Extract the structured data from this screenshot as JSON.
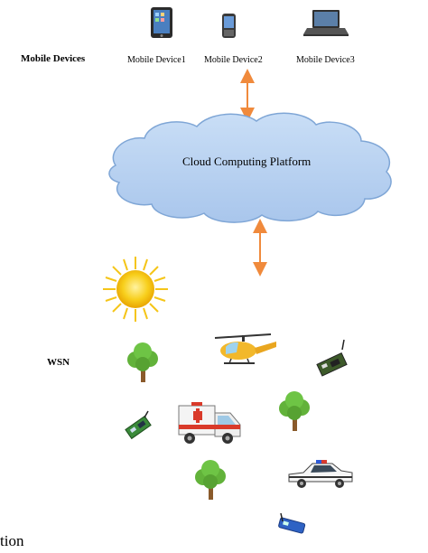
{
  "labels": {
    "mobile_devices": "Mobile Devices",
    "device1": "Mobile Device1",
    "device2": "Mobile Device2",
    "device3": "Mobile Device3",
    "cloud": "Cloud Computing Platform",
    "wsn": "WSN",
    "caption_fragment": "tion"
  },
  "colors": {
    "cloud_fill": "#b9d3f2",
    "cloud_stroke": "#7fa6d6",
    "arrow": "#f08a3c",
    "sun": "#f5c518",
    "tree_leaf": "#62b23a",
    "tree_trunk": "#8a5a2b"
  },
  "icons": [
    "tablet-icon",
    "smartphone-icon",
    "laptop-icon",
    "sun-icon",
    "tree-icon",
    "helicopter-icon",
    "sensor-node-icon",
    "ambulance-icon",
    "police-car-icon"
  ]
}
